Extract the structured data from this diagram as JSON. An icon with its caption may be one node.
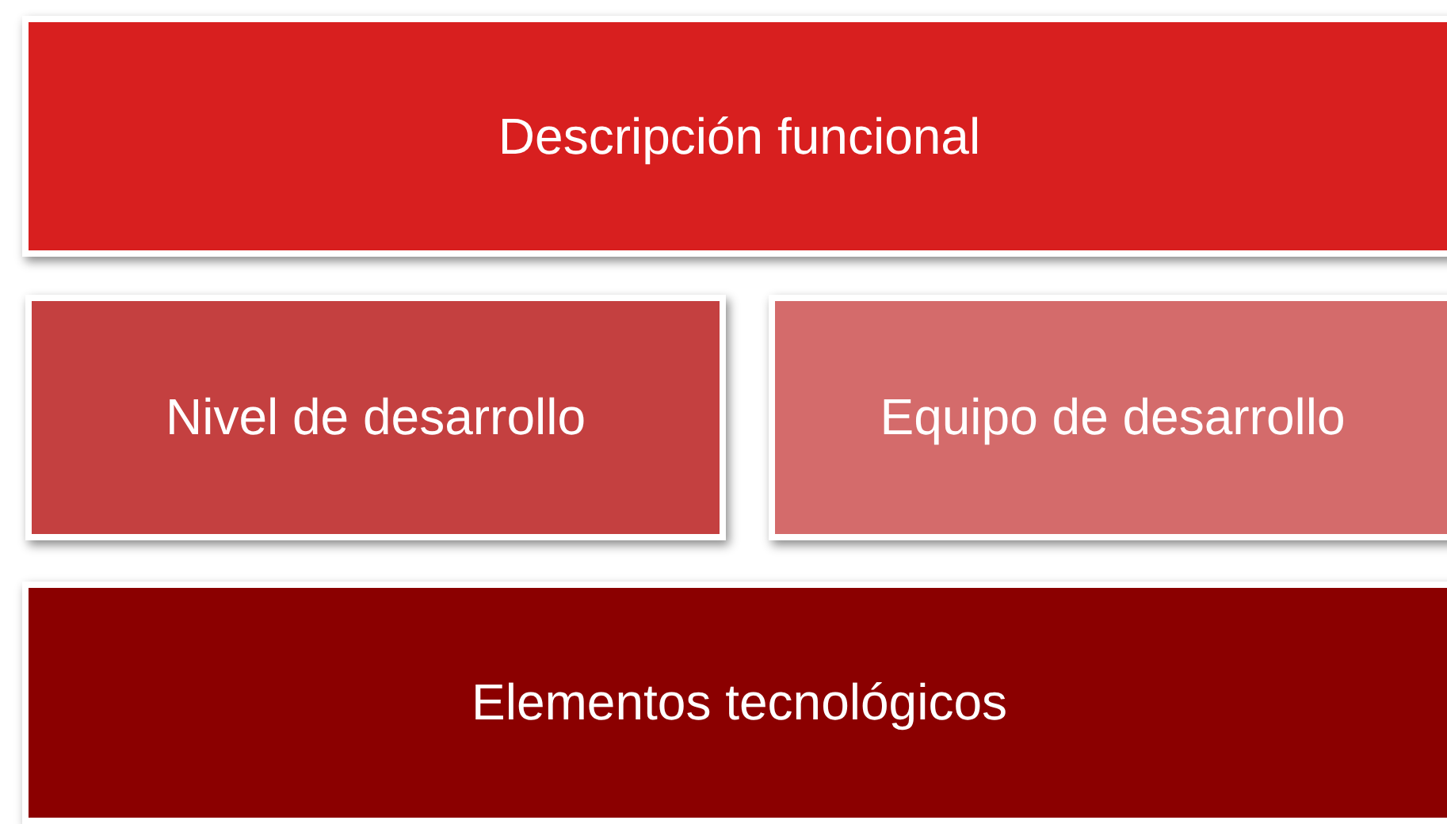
{
  "diagram": {
    "nodes": [
      {
        "text": [
          "Descripción funcional"
        ]
      },
      {
        "text": [
          "Nivel de desarrollo"
        ]
      },
      {
        "text": [
          "Equipo de desarrollo"
        ]
      },
      {
        "text": [
          "Elementos tecnológicos"
        ]
      }
    ]
  }
}
